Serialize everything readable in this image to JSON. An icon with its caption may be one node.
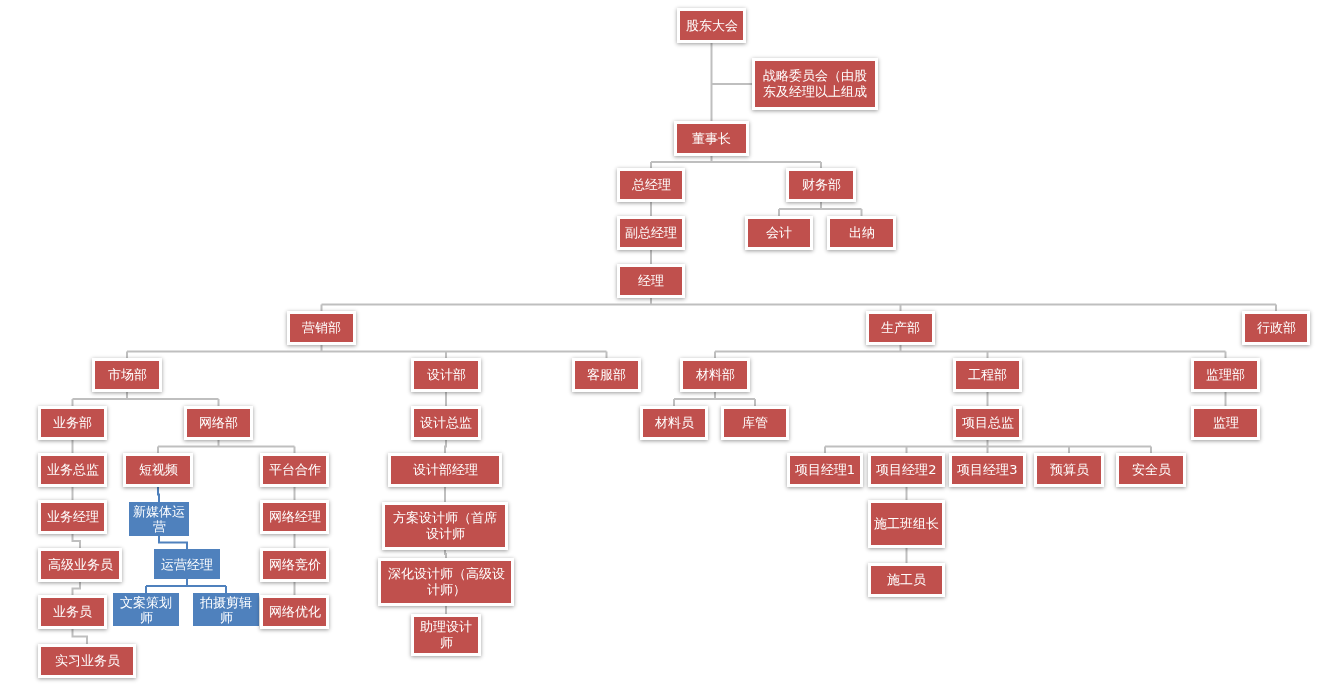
{
  "diagram": {
    "nodes": [
      {
        "text": [
          "股东大会"
        ]
      },
      {
        "text": [
          "战略委员会（由股东及经理以上组成"
        ]
      },
      {
        "text": [
          "董事长"
        ]
      },
      {
        "text": [
          "总经理"
        ]
      },
      {
        "text": [
          "财务部"
        ]
      },
      {
        "text": [
          "副总经理"
        ]
      },
      {
        "text": [
          "会计"
        ]
      },
      {
        "text": [
          "出纳"
        ]
      },
      {
        "text": [
          "经理"
        ]
      },
      {
        "text": [
          "营销部"
        ]
      },
      {
        "text": [
          "生产部"
        ]
      },
      {
        "text": [
          "行政部"
        ]
      },
      {
        "text": [
          "市场部"
        ]
      },
      {
        "text": [
          "设计部"
        ]
      },
      {
        "text": [
          "客服部"
        ]
      },
      {
        "text": [
          "材料部"
        ]
      },
      {
        "text": [
          "工程部"
        ]
      },
      {
        "text": [
          "监理部"
        ]
      },
      {
        "text": [
          "业务部"
        ]
      },
      {
        "text": [
          "网络部"
        ]
      },
      {
        "text": [
          "设计总监"
        ]
      },
      {
        "text": [
          "材料员"
        ]
      },
      {
        "text": [
          "库管"
        ]
      },
      {
        "text": [
          "项目总监"
        ]
      },
      {
        "text": [
          "监理"
        ]
      },
      {
        "text": [
          "业务总监"
        ]
      },
      {
        "text": [
          "短视频"
        ]
      },
      {
        "text": [
          "平台合作"
        ]
      },
      {
        "text": [
          "设计部经理"
        ]
      },
      {
        "text": [
          "项目经理1"
        ]
      },
      {
        "text": [
          "项目经理2"
        ]
      },
      {
        "text": [
          "项目经理3"
        ]
      },
      {
        "text": [
          "预算员"
        ]
      },
      {
        "text": [
          "安全员"
        ]
      },
      {
        "text": [
          "业务经理"
        ]
      },
      {
        "text": [
          "新媒体运营"
        ]
      },
      {
        "text": [
          "网络经理"
        ]
      },
      {
        "text": [
          "方案设计师（首席设计师"
        ]
      },
      {
        "text": [
          "施工班组长"
        ]
      },
      {
        "text": [
          "高级业务员"
        ]
      },
      {
        "text": [
          "运营经理"
        ]
      },
      {
        "text": [
          "网络竞价"
        ]
      },
      {
        "text": [
          "深化设计师（高级设计师）"
        ]
      },
      {
        "text": [
          "施工员"
        ]
      },
      {
        "text": [
          "业务员"
        ]
      },
      {
        "text": [
          "文案策划师"
        ]
      },
      {
        "text": [
          "拍摄剪辑师"
        ]
      },
      {
        "text": [
          "网络优化"
        ]
      },
      {
        "text": [
          "助理设计师"
        ]
      },
      {
        "text": [
          "实习业务员"
        ]
      }
    ],
    "edges": [
      {
        "from": 0,
        "to": 2,
        "arrow": "none"
      },
      {
        "from": 0,
        "to": 1,
        "arrow": "none"
      },
      {
        "from": 2,
        "to": 3,
        "arrow": "none"
      },
      {
        "from": 2,
        "to": 4,
        "arrow": "none"
      },
      {
        "from": 3,
        "to": 5,
        "arrow": "none"
      },
      {
        "from": 4,
        "to": 6,
        "arrow": "none"
      },
      {
        "from": 4,
        "to": 7,
        "arrow": "none"
      },
      {
        "from": 5,
        "to": 8,
        "arrow": "none"
      },
      {
        "from": 8,
        "to": 9,
        "arrow": "none"
      },
      {
        "from": 8,
        "to": 10,
        "arrow": "none"
      },
      {
        "from": 8,
        "to": 11,
        "arrow": "none"
      },
      {
        "from": 9,
        "to": 12,
        "arrow": "none"
      },
      {
        "from": 9,
        "to": 13,
        "arrow": "none"
      },
      {
        "from": 9,
        "to": 14,
        "arrow": "none"
      },
      {
        "from": 10,
        "to": 15,
        "arrow": "none"
      },
      {
        "from": 10,
        "to": 16,
        "arrow": "none"
      },
      {
        "from": 10,
        "to": 17,
        "arrow": "none"
      },
      {
        "from": 12,
        "to": 18,
        "arrow": "none"
      },
      {
        "from": 12,
        "to": 19,
        "arrow": "none"
      },
      {
        "from": 13,
        "to": 20,
        "arrow": "none"
      },
      {
        "from": 15,
        "to": 21,
        "arrow": "none"
      },
      {
        "from": 15,
        "to": 22,
        "arrow": "none"
      },
      {
        "from": 16,
        "to": 23,
        "arrow": "none"
      },
      {
        "from": 17,
        "to": 24,
        "arrow": "none"
      },
      {
        "from": 18,
        "to": 25,
        "arrow": "none"
      },
      {
        "from": 19,
        "to": 26,
        "arrow": "none"
      },
      {
        "from": 19,
        "to": 27,
        "arrow": "none"
      },
      {
        "from": 20,
        "to": 28,
        "arrow": "none"
      },
      {
        "from": 23,
        "to": 29,
        "arrow": "none"
      },
      {
        "from": 23,
        "to": 30,
        "arrow": "none"
      },
      {
        "from": 23,
        "to": 31,
        "arrow": "none"
      },
      {
        "from": 23,
        "to": 32,
        "arrow": "none"
      },
      {
        "from": 23,
        "to": 33,
        "arrow": "none"
      },
      {
        "from": 25,
        "to": 34,
        "arrow": "none"
      },
      {
        "from": 26,
        "to": 35,
        "arrow": "none",
        "color": "#4f81bd"
      },
      {
        "from": 27,
        "to": 36,
        "arrow": "none"
      },
      {
        "from": 28,
        "to": 37,
        "arrow": "none"
      },
      {
        "from": 30,
        "to": 38,
        "arrow": "none"
      },
      {
        "from": 34,
        "to": 39,
        "arrow": "none"
      },
      {
        "from": 35,
        "to": 40,
        "arrow": "none",
        "color": "#4f81bd"
      },
      {
        "from": 36,
        "to": 41,
        "arrow": "none"
      },
      {
        "from": 37,
        "to": 42,
        "arrow": "none"
      },
      {
        "from": 38,
        "to": 43,
        "arrow": "none"
      },
      {
        "from": 39,
        "to": 44,
        "arrow": "none"
      },
      {
        "from": 40,
        "to": 45,
        "arrow": "none",
        "color": "#4f81bd"
      },
      {
        "from": 40,
        "to": 46,
        "arrow": "none",
        "color": "#4f81bd"
      },
      {
        "from": 41,
        "to": 47,
        "arrow": "none"
      },
      {
        "from": 42,
        "to": 48,
        "arrow": "none"
      },
      {
        "from": 44,
        "to": 49,
        "arrow": "none"
      }
    ]
  }
}
